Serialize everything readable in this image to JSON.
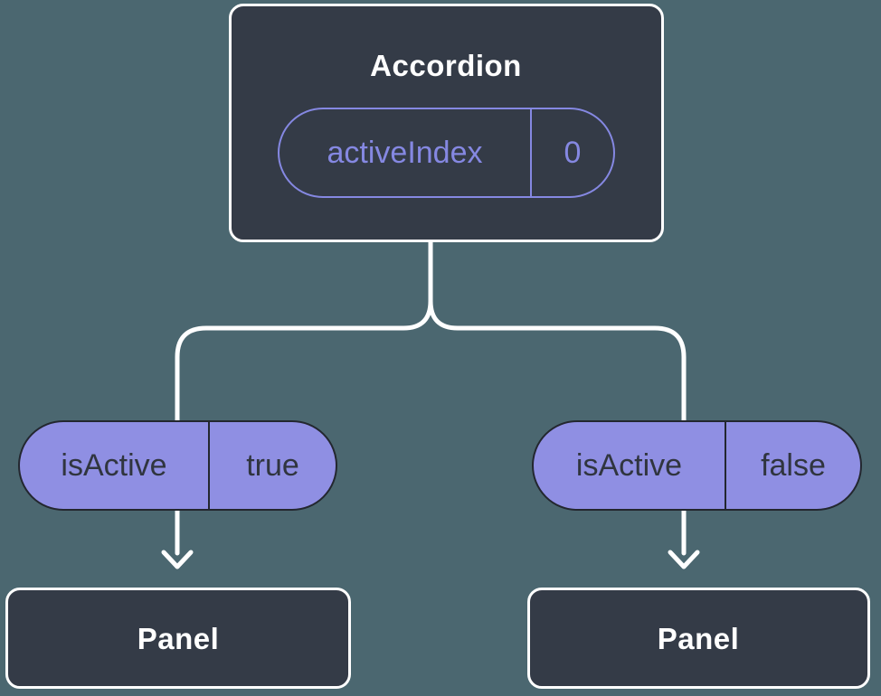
{
  "colors": {
    "background": "#4B6770",
    "node_fill": "#343B47",
    "node_border": "#FFFFFF",
    "accent_purple": "#8588E2",
    "pill_fill": "#8F8FE3",
    "pill_border": "#23272F",
    "pill_text": "#30353F",
    "connector_white": "#FFFFFF"
  },
  "tree": {
    "root": {
      "title": "Accordion",
      "prop": {
        "name": "activeIndex",
        "value": "0"
      }
    },
    "children": [
      {
        "prop": {
          "name": "isActive",
          "value": "true"
        }
      },
      {
        "prop": {
          "name": "isActive",
          "value": "false"
        }
      }
    ],
    "panels": [
      {
        "title": "Panel"
      },
      {
        "title": "Panel"
      }
    ]
  }
}
